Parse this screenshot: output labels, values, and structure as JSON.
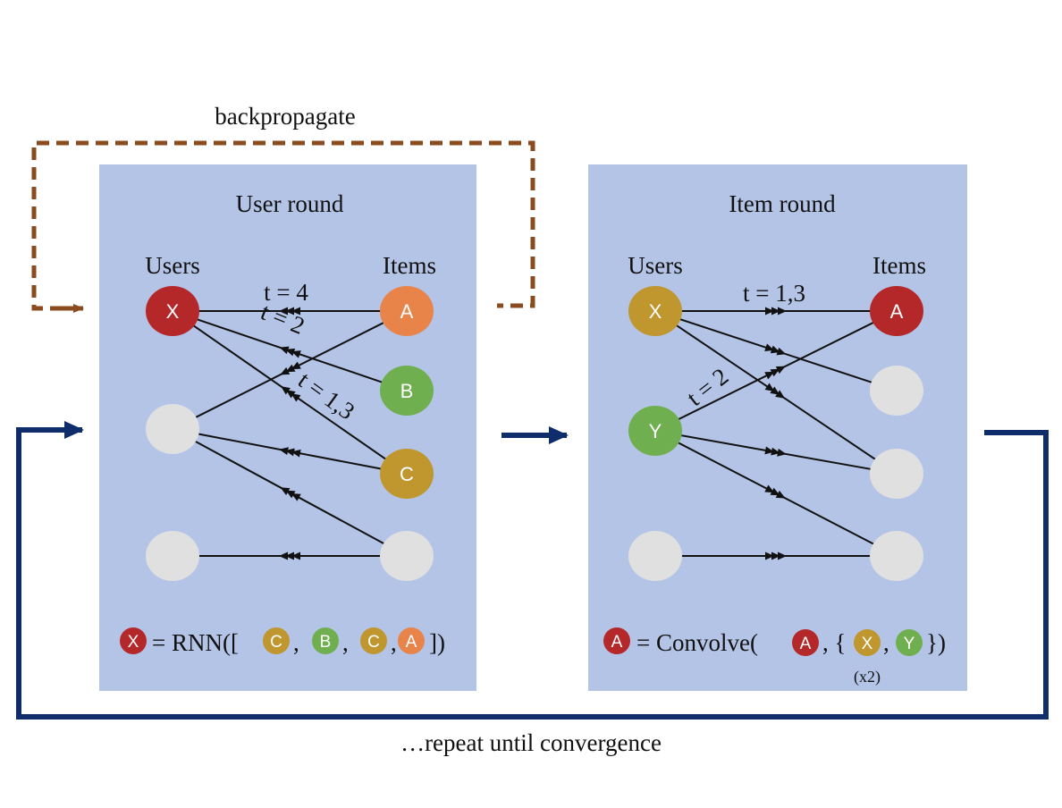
{
  "colors": {
    "panel": "#b4c4e6",
    "red": "#b5282a",
    "orange": "#e8844a",
    "green": "#6faf4f",
    "gold": "#c0962f",
    "gray": "#e0e0e0",
    "brown": "#8a4b1e",
    "navy": "#0f2d6b",
    "edge": "#111111"
  },
  "backpropagate_label": "backpropagate",
  "repeat_label": "…repeat until convergence",
  "user_round": {
    "title": "User round",
    "users_header": "Users",
    "items_header": "Items",
    "users": [
      {
        "label": "X",
        "color": "red"
      },
      {
        "label": "",
        "color": "gray"
      },
      {
        "label": "",
        "color": "gray"
      }
    ],
    "items": [
      {
        "label": "A",
        "color": "orange"
      },
      {
        "label": "B",
        "color": "green"
      },
      {
        "label": "C",
        "color": "gold"
      },
      {
        "label": "",
        "color": "gray"
      }
    ],
    "time_labels": [
      "t = 4",
      "t = 2",
      "t = 1,3"
    ],
    "formula": {
      "lhs": {
        "label": "X",
        "color": "red"
      },
      "eq_open": "= RNN([",
      "tokens": [
        {
          "label": "C",
          "color": "gold"
        },
        {
          "label": "B",
          "color": "green"
        },
        {
          "label": "C",
          "color": "gold"
        },
        {
          "label": "A",
          "color": "orange"
        }
      ],
      "sep": ",",
      "close": "])"
    }
  },
  "item_round": {
    "title": "Item round",
    "users_header": "Users",
    "items_header": "Items",
    "users": [
      {
        "label": "X",
        "color": "gold"
      },
      {
        "label": "Y",
        "color": "green"
      },
      {
        "label": "",
        "color": "gray"
      }
    ],
    "items": [
      {
        "label": "A",
        "color": "red"
      },
      {
        "label": "",
        "color": "gray"
      },
      {
        "label": "",
        "color": "gray"
      },
      {
        "label": "",
        "color": "gray"
      }
    ],
    "time_labels": [
      "t = 1,3",
      "t = 2"
    ],
    "formula": {
      "lhs": {
        "label": "A",
        "color": "red"
      },
      "eq_open": "= Convolve(",
      "arg1": {
        "label": "A",
        "color": "red"
      },
      "mid": ", {",
      "set": [
        {
          "label": "X",
          "color": "gold"
        },
        {
          "label": "Y",
          "color": "green"
        }
      ],
      "sep": ",",
      "close": "})",
      "multiplier": "(x2)"
    }
  }
}
